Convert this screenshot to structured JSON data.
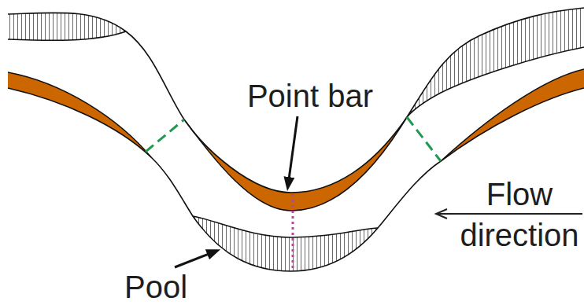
{
  "diagram": {
    "labels": [
      "Point bar",
      "Pool",
      "Flow direction"
    ]
  }
}
